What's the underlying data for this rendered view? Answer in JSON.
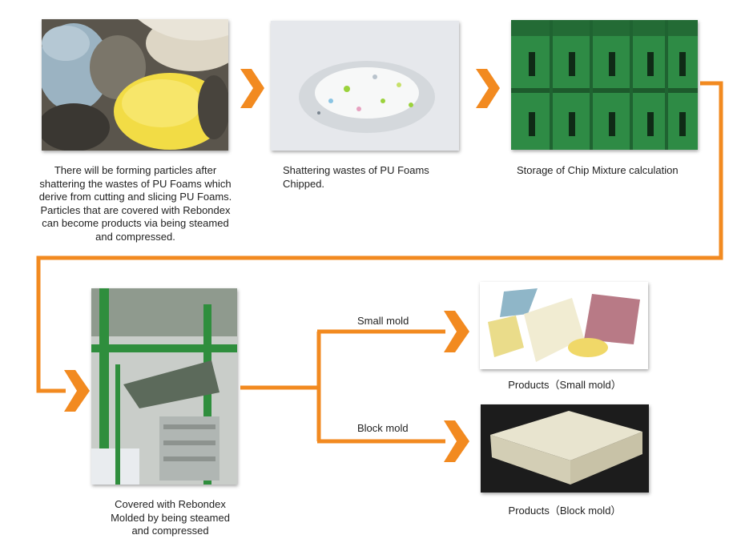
{
  "colors": {
    "flow_orange": "#F28A20",
    "machine_green": "#2E8B45",
    "chip_white": "#EDEFF2"
  },
  "steps": [
    {
      "caption_lines": [
        "There will be forming particles after",
        "shattering the wastes of PU Foams which",
        "derive from cutting and slicing PU Foams.",
        "Particles that are covered with Rebondex",
        "can become products via being steamed",
        "and compressed."
      ]
    },
    {
      "caption_lines": [
        "Shattering wastes of PU Foams",
        "Chipped."
      ]
    },
    {
      "caption_lines": [
        "Storage of Chip Mixture calculation"
      ]
    },
    {
      "caption_lines": [
        "Covered with Rebondex",
        "Molded by being steamed",
        "and compressed"
      ]
    }
  ],
  "branches": {
    "small_mold_label": "Small mold",
    "block_mold_label": "Block mold"
  },
  "products": {
    "small_caption": "Products（Small mold）",
    "block_caption": "Products（Block mold）"
  }
}
